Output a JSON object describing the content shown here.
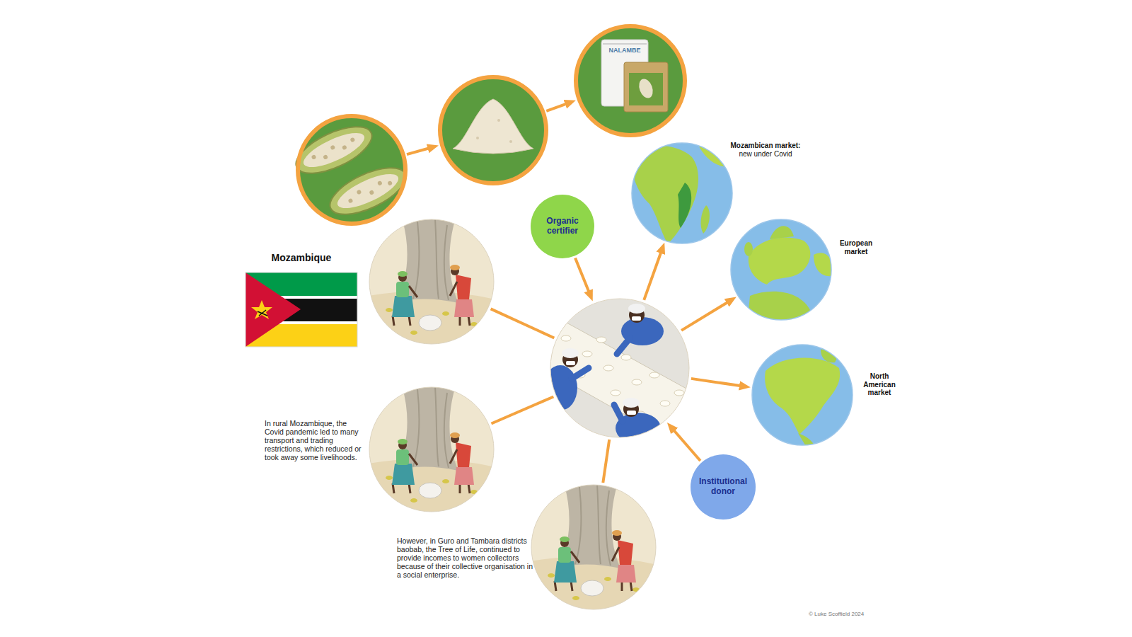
{
  "diagram": {
    "nodes": [
      {
        "text": []
      },
      {
        "text": []
      },
      {
        "text": [
          "NALAMBE"
        ]
      },
      {
        "text": [
          "Mozambican market:",
          "new under Covid"
        ]
      },
      {
        "text": [
          "Organic certifier"
        ]
      },
      {
        "text": []
      },
      {
        "text": [
          "European market"
        ]
      },
      {
        "text": []
      },
      {
        "text": []
      },
      {
        "text": [
          "North American market"
        ]
      },
      {
        "text": [
          "Institutional donor"
        ]
      },
      {
        "text": []
      }
    ],
    "edges": [
      {
        "from": 0,
        "to": 1,
        "arrow": "to"
      },
      {
        "from": 1,
        "to": 2,
        "arrow": "to"
      },
      {
        "from": 4,
        "to": 7,
        "arrow": "to"
      },
      {
        "from": 7,
        "to": 3,
        "arrow": "to"
      },
      {
        "from": 7,
        "to": 6,
        "arrow": "to"
      },
      {
        "from": 5,
        "to": 7,
        "arrow": "none"
      },
      {
        "from": 8,
        "to": 7,
        "arrow": "none"
      },
      {
        "from": 7,
        "to": 9,
        "arrow": "to"
      },
      {
        "from": 10,
        "to": 7,
        "arrow": "to"
      },
      {
        "from": 11,
        "to": 7,
        "arrow": "none"
      }
    ],
    "labels": [
      "Mozambique",
      "In rural Mozambique, the Covid pandemic led to many transport and trading restrictions, which reduced or took away some livelihoods.",
      "However, in Guro and Tambara districts baobab, the Tree of Life, continued to provide incomes to women collectors because of their collective organisation in a social enterprise.",
      "© Luke Scoffield 2024"
    ]
  }
}
